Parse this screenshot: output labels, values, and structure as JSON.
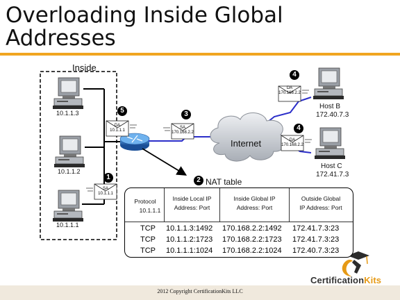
{
  "slide": {
    "title_line1": "Overloading Inside Global",
    "title_line2": "Addresses",
    "copyright": "2012 Copyright CertificationKits LLC"
  },
  "diagram": {
    "inside_label": "Inside",
    "internet_label": "Internet",
    "hosts": [
      {
        "name": "",
        "ip": "10.1.1.3"
      },
      {
        "name": "",
        "ip": "10.1.1.2"
      },
      {
        "name": "",
        "ip": "10.1.1.1"
      },
      {
        "name": "Host B",
        "ip": "172.40.7.3"
      },
      {
        "name": "Host C",
        "ip": "172.41.7.3"
      }
    ],
    "packets": [
      {
        "step": "1",
        "field": "SA",
        "address": "10.1.1.1"
      },
      {
        "step": "3",
        "field": "SA",
        "address": "170.168.2.2"
      },
      {
        "step": "4",
        "field": "DA",
        "address": "170.168.2.2"
      },
      {
        "step": "4",
        "field": "DA",
        "address": "170.168.2.2"
      },
      {
        "step": "5",
        "field": "DA",
        "address": "10.1.1.1"
      }
    ],
    "step_markers": [
      "1",
      "2",
      "3",
      "4",
      "4",
      "5"
    ],
    "nat_title": "NAT table"
  },
  "nat_table": {
    "headers": [
      {
        "line1": "Protocol",
        "line2": "10.1.1.1"
      },
      {
        "line1": "Inside Local IP",
        "line2": "Address: Port"
      },
      {
        "line1": "Inside Global IP",
        "line2": "Address: Port"
      },
      {
        "line1": "Outside Global",
        "line2": "IP Address: Port"
      }
    ],
    "rows": [
      [
        "TCP",
        "10.1.1.3:1492",
        "170.168.2.2:1492",
        "172.41.7.3:23"
      ],
      [
        "TCP",
        "10.1.1.2:1723",
        "170.168.2.2:1723",
        "172.41.7.3:23"
      ],
      [
        "TCP",
        "10.1.1.1:1024",
        "170.168.2.2:1024",
        "172.40.7.3:23"
      ]
    ]
  },
  "logo": {
    "text_main": "Certification",
    "text_accent": "Kits"
  },
  "colors": {
    "accent_orange": "#f1a521",
    "wan_link_blue": "#2b2ec9",
    "router_blue": "#2a73c9",
    "cloud_gray": "#c8ccd2"
  }
}
